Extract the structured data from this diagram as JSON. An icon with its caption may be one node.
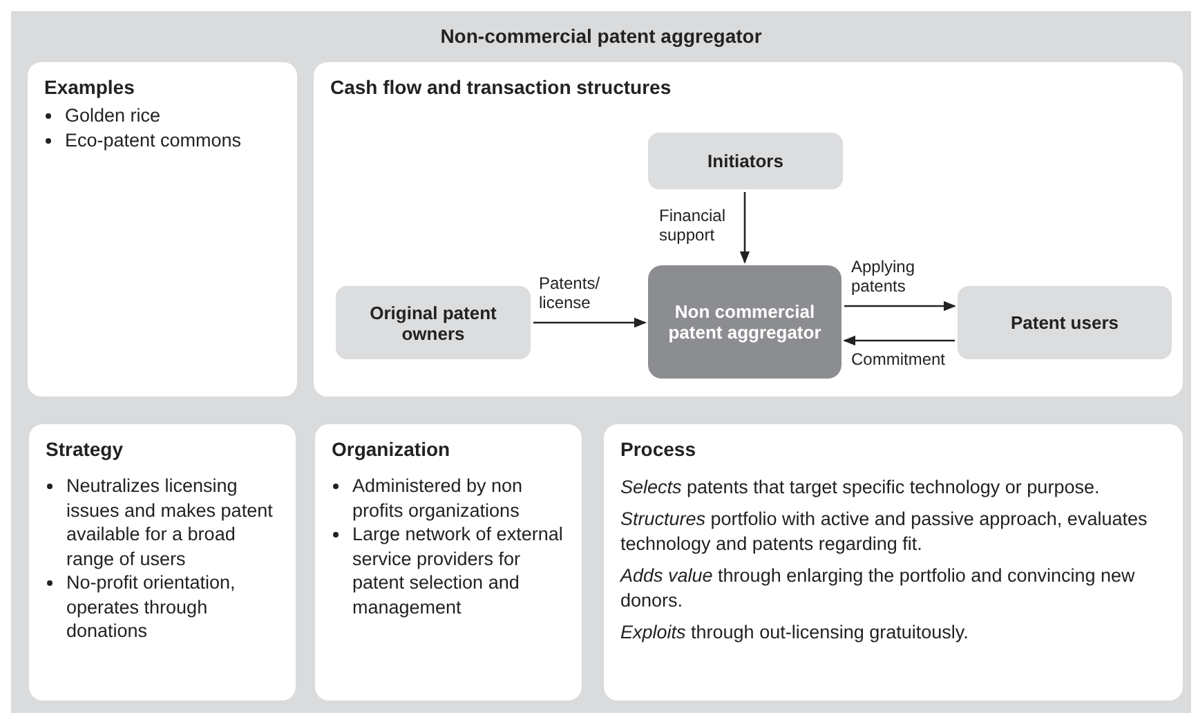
{
  "diagram": {
    "nodes": [
      {
        "text": [
          "Non-commercial patent aggregator"
        ]
      },
      {
        "text": [
          "Examples",
          "Golden rice",
          "Eco-patent commons"
        ],
        "in": 0
      },
      {
        "text": [
          "Cash flow and transaction structures"
        ],
        "in": 0
      },
      {
        "text": [
          "Initiators"
        ],
        "in": 2
      },
      {
        "text": [
          "Original patent owners"
        ],
        "in": 2
      },
      {
        "text": [
          "Non commercial patent aggregator"
        ],
        "in": 2
      },
      {
        "text": [
          "Patent users"
        ],
        "in": 2
      },
      {
        "text": [
          "Strategy",
          "Neutralizes licensing issues and makes patent available for a broad range of users",
          "No-profit orientation, operates through donations"
        ],
        "in": 0
      },
      {
        "text": [
          "Organization",
          "Administered by non profits organizations",
          "Large network of external service providers for patent selection and management"
        ],
        "in": 0
      },
      {
        "text": [
          "Process",
          "*Selects* patents that target specific technology or purpose.",
          "*Structures* portfolio with active and passive approach, evaluates technology and patents regarding fit.",
          "*Adds value* through enlarging the portfolio and convincing new donors.",
          "*Exploits* through out-licensing gratuitously."
        ],
        "in": 0
      }
    ],
    "edges": [
      {
        "from": 3,
        "to": 5,
        "arrow": "to",
        "label": "Financial support"
      },
      {
        "from": 4,
        "to": 5,
        "arrow": "to",
        "label": "Patents/ license"
      },
      {
        "from": 5,
        "to": 6,
        "arrow": "to",
        "label": "Applying patents"
      },
      {
        "from": 6,
        "to": 5,
        "arrow": "to",
        "label": "Commitment"
      }
    ]
  }
}
